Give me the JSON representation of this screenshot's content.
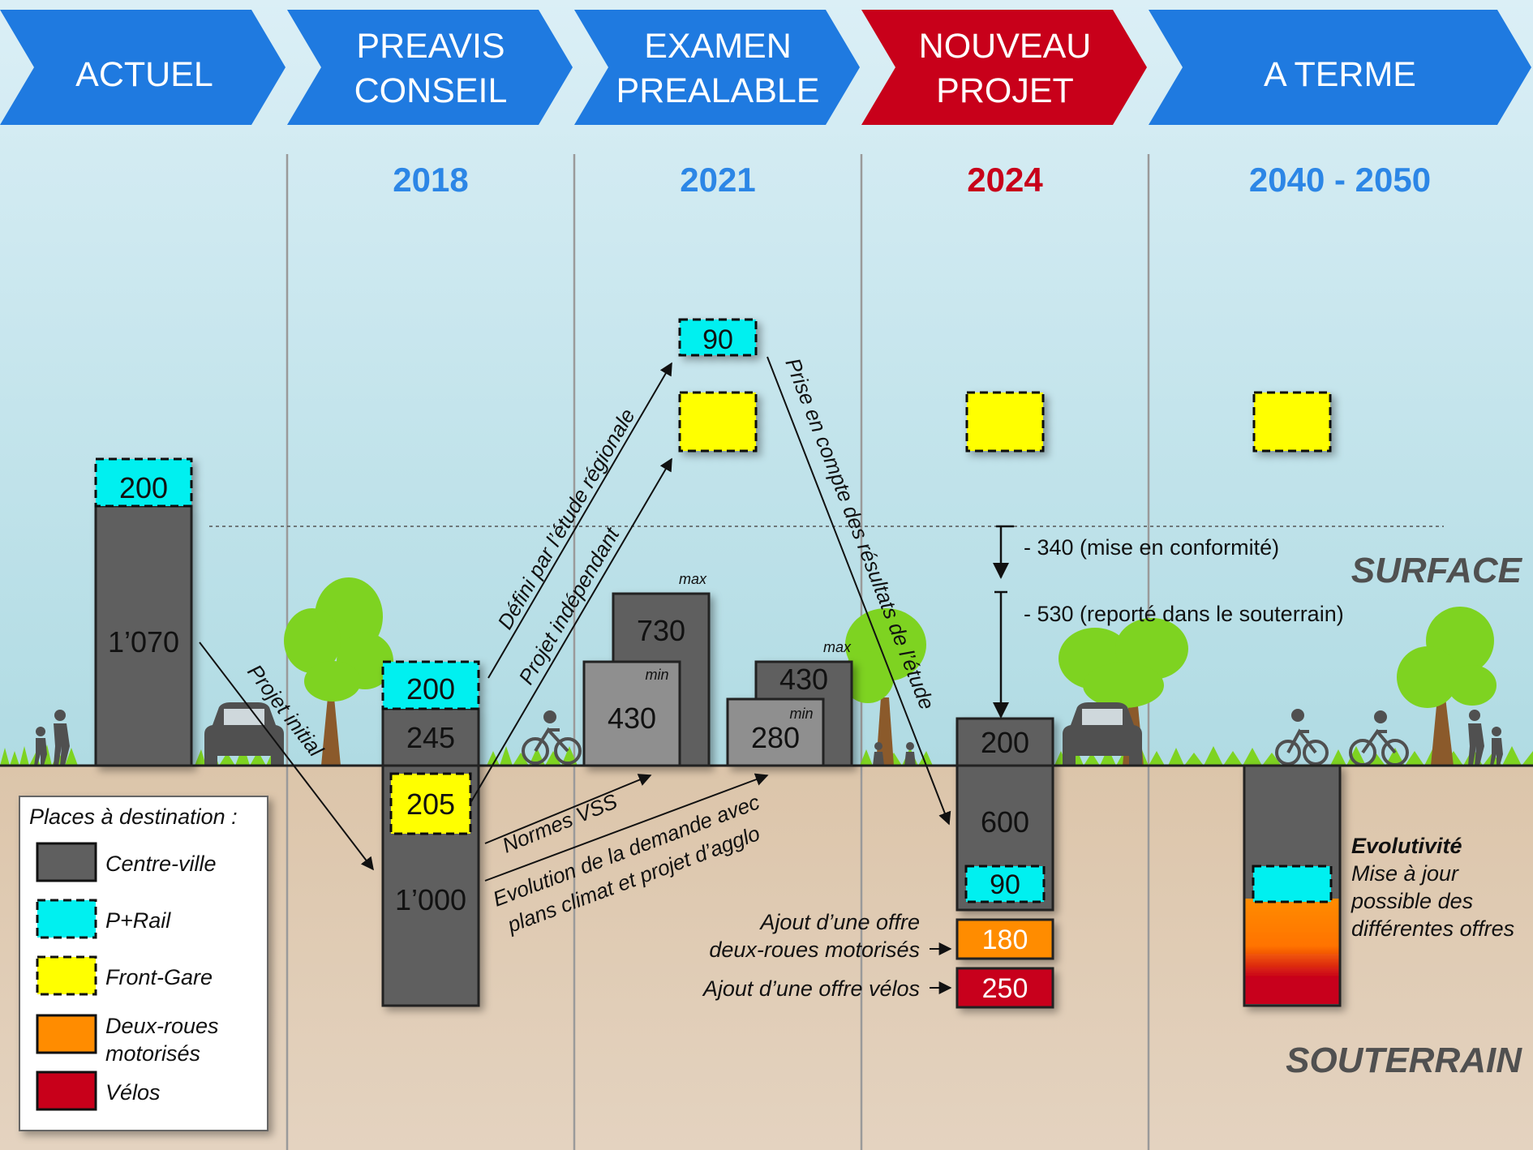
{
  "phases": [
    {
      "label_lines": [
        "ACTUEL"
      ],
      "year": ""
    },
    {
      "label_lines": [
        "PREAVIS",
        "CONSEIL"
      ],
      "year": "2018"
    },
    {
      "label_lines": [
        "EXAMEN",
        "PREALABLE"
      ],
      "year": "2021"
    },
    {
      "label_lines": [
        "NOUVEAU",
        "PROJET"
      ],
      "year": "2024",
      "highlight": true
    },
    {
      "label_lines": [
        "A TERME"
      ],
      "year": "2040 - 2050"
    }
  ],
  "colors": {
    "phase_arrow": "#1f7ae0",
    "phase_arrow_highlight": "#c8001a",
    "year": "#2c86e6",
    "year_highlight": "#c8001a",
    "centre_ville": "#5f5f5f",
    "p_rail": "#00f0f0",
    "front_gare": "#ffff00",
    "deux_roues": "#ff8c00",
    "velos": "#c8001a",
    "sky_top": "#d8eef6",
    "sky_bottom": "#b3dde6",
    "ground": "#d9c2a7"
  },
  "zones": {
    "surface": "SURFACE",
    "souterrain": "SOUTERRAIN"
  },
  "values": {
    "actuel_prail": "200",
    "actuel_centre": "1’070",
    "preavis_prail": "200",
    "preavis_centre_surface": "245",
    "preavis_frontgare": "205",
    "preavis_centre_souterrain": "1’000",
    "examen_prail": "90",
    "examen_max_left": "730",
    "examen_min_left": "430",
    "examen_max_right": "430",
    "examen_min_right": "280",
    "max_label": "max",
    "min_label": "min",
    "projet_surface": "200",
    "projet_souterrain": "600",
    "projet_prail": "90",
    "projet_deux_roues": "180",
    "projet_velos": "250"
  },
  "annotations": {
    "projet_initial": "Projet initial",
    "defini": "Défini par l’étude régionale",
    "independant": "Projet indépendant",
    "normes": "Normes VSS",
    "evolution_1": "Evolution de la demande avec",
    "evolution_2": "plans climat et projet d’agglo",
    "prise": "Prise en compte des résultats de l’étude",
    "reduction_1": "- 340 (mise en conformité)",
    "reduction_2": "- 530 (reporté dans le souterrain)",
    "ajout_2r_1": "Ajout d’une offre",
    "ajout_2r_2": "deux-roues motorisés",
    "ajout_velos": "Ajout d’une offre vélos",
    "evol_title": "Evolutivité",
    "evol_1": "Mise à jour",
    "evol_2": "possible des",
    "evol_3": "différentes offres"
  },
  "legend": {
    "title": "Places à destination :",
    "items": [
      {
        "label_lines": [
          "Centre-ville"
        ],
        "color": "#5f5f5f",
        "dashed": false
      },
      {
        "label_lines": [
          "P+Rail"
        ],
        "color": "#00f0f0",
        "dashed": true
      },
      {
        "label_lines": [
          "Front-Gare"
        ],
        "color": "#ffff00",
        "dashed": true
      },
      {
        "label_lines": [
          "Deux-roues",
          "motorisés"
        ],
        "color": "#ff8c00",
        "dashed": false
      },
      {
        "label_lines": [
          "Vélos"
        ],
        "color": "#c8001a",
        "dashed": false
      }
    ]
  }
}
